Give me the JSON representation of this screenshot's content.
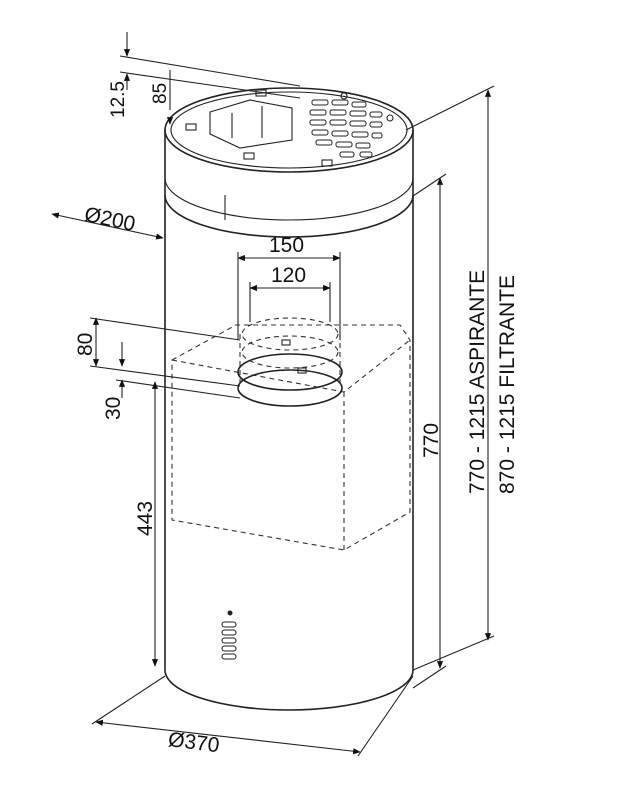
{
  "diagram": {
    "dimensions": {
      "top_offset": "12.5",
      "collar_height": "85",
      "collar_diameter": "Ø200",
      "duct_outer": "150",
      "duct_inner": "120",
      "connector_height": "80",
      "connector_gap": "30",
      "lower_height": "443",
      "body_height": "770",
      "range_aspirante": "770 - 1215 ASPIRANTE",
      "range_filtrante": "870 - 1215 FILTRANTE",
      "body_diameter": "Ø370"
    }
  }
}
